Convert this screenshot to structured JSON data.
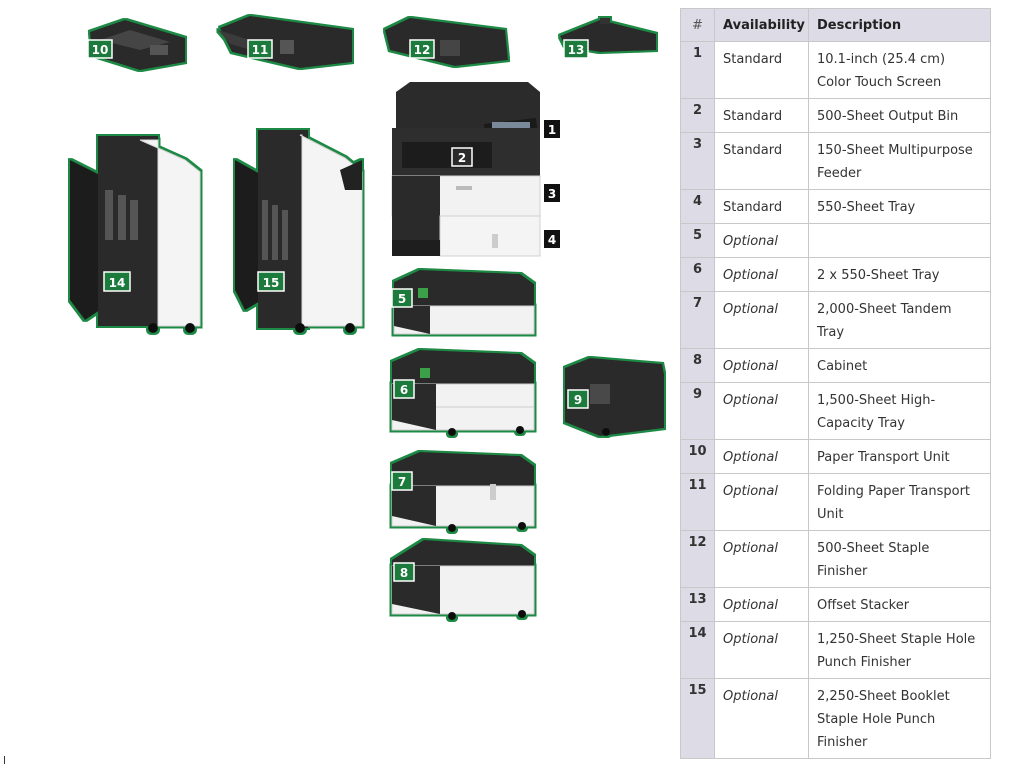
{
  "table": {
    "headers": [
      "#",
      "Availability",
      "Description"
    ],
    "rows": [
      {
        "num": "1",
        "availability": "Standard",
        "description": "10.1-inch (25.4 cm) Color Touch Screen"
      },
      {
        "num": "2",
        "availability": "Standard",
        "description": "500-Sheet Output Bin"
      },
      {
        "num": "3",
        "availability": "Standard",
        "description": "150-Sheet Multipurpose Feeder"
      },
      {
        "num": "4",
        "availability": "Standard",
        "description": "550-Sheet Tray"
      },
      {
        "num": "5",
        "availability": "Optional",
        "description": ""
      },
      {
        "num": "6",
        "availability": "Optional",
        "description": "2 x 550-Sheet Tray"
      },
      {
        "num": "7",
        "availability": "Optional",
        "description": "2,000-Sheet Tandem Tray"
      },
      {
        "num": "8",
        "availability": "Optional",
        "description": "Cabinet"
      },
      {
        "num": "9",
        "availability": "Optional",
        "description": "1,500-Sheet High-Capacity Tray"
      },
      {
        "num": "10",
        "availability": "Optional",
        "description": "Paper Transport Unit"
      },
      {
        "num": "11",
        "availability": "Optional",
        "description": "Folding Paper Transport Unit"
      },
      {
        "num": "12",
        "availability": "Optional",
        "description": "500-Sheet Staple Finisher"
      },
      {
        "num": "13",
        "availability": "Optional",
        "description": "Offset Stacker"
      },
      {
        "num": "14",
        "availability": "Optional",
        "description": "1,250-Sheet Staple Hole Punch Finisher"
      },
      {
        "num": "15",
        "availability": "Optional",
        "description": "2,250-Sheet Booklet Staple Hole Punch Finisher"
      }
    ]
  },
  "diagram": {
    "callout_color": "#1b7a3c",
    "standard_callout_color": "#111111",
    "callouts": {
      "c1": "1",
      "c2": "2",
      "c3": "3",
      "c4": "4",
      "c5": "5",
      "c6": "6",
      "c7": "7",
      "c8": "8",
      "c9": "9",
      "c10": "10",
      "c11": "11",
      "c12": "12",
      "c13": "13",
      "c14": "14",
      "c15": "15"
    }
  }
}
